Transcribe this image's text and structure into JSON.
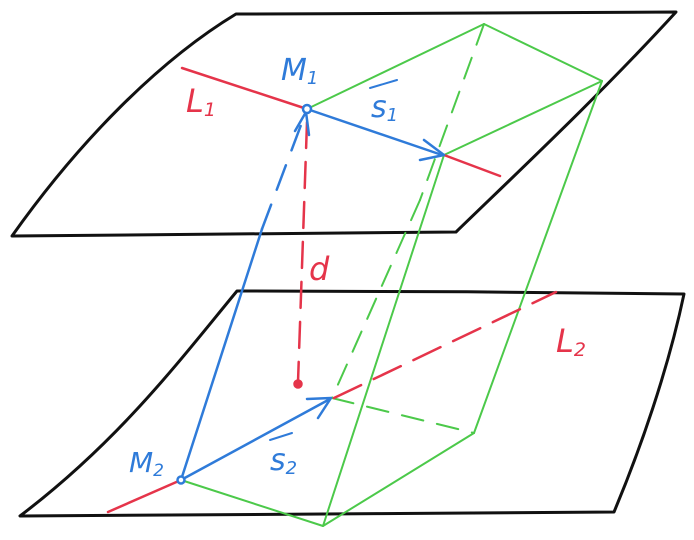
{
  "labels": {
    "m1": "M",
    "m1_sub": "1",
    "m2": "M",
    "m2_sub": "2",
    "l1": "L",
    "l1_sub": "1",
    "l2": "L",
    "l2_sub": "2",
    "s1": "s",
    "s1_sub": "1",
    "s2": "s",
    "s2_sub": "2",
    "d": "d"
  },
  "colors": {
    "plane": "#111111",
    "line": "#e5344a",
    "vector": "#2f7bd9",
    "prism": "#4cc94a"
  }
}
